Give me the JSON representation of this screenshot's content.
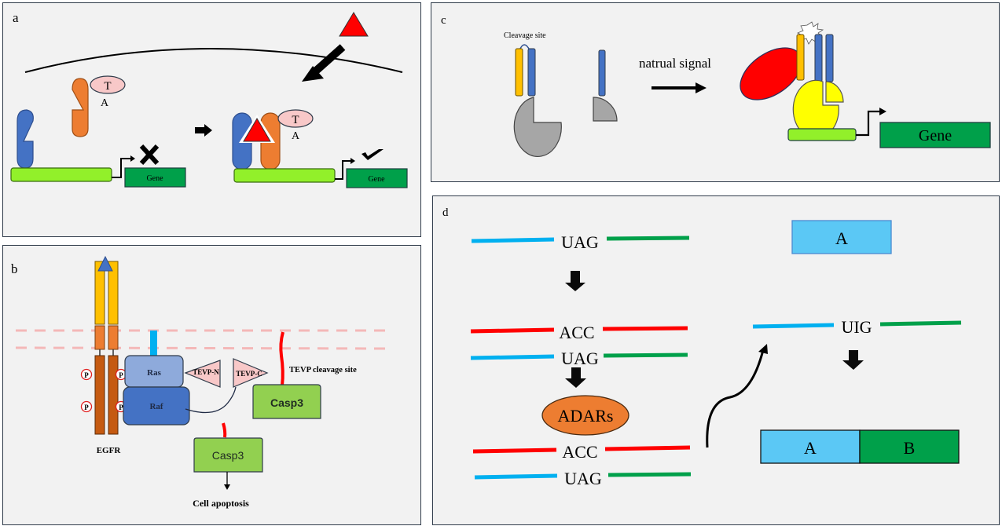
{
  "panels": {
    "a": {
      "label": "a",
      "tf_top": "T",
      "tf_bottom": "A",
      "gene_left": "Gene",
      "gene_right": "Gene",
      "left_state": "blocked (x-mark)",
      "right_state": "active (check-mark)",
      "colors": {
        "blue": "#4472c4",
        "orange": "#ed7d31",
        "ligand": "#ff0000",
        "promoter": "#92f02a",
        "gene": "#00a04a",
        "tf": "#f8c8c8"
      }
    },
    "b": {
      "label": "b",
      "egfr_label": "EGFR",
      "phospho": "P",
      "ras": "Ras",
      "raf": "Raf",
      "tevp_n": "TEVP-N",
      "tevp_c": "TEVP-C",
      "cleavage_label": "TEVP  cleavage site",
      "casp3_top": "Casp3",
      "casp3_bottom": "Casp3",
      "outcome": "Cell apoptosis"
    },
    "c": {
      "label": "c",
      "cleavage_label": "Cleavage site",
      "signal_label": "natrual  signal",
      "gene": "Gene"
    },
    "d": {
      "label": "d",
      "row1_codon": "UAG",
      "row2_top_codon": "ACC",
      "row2_bottom_codon": "UAG",
      "enzyme": "ADARs",
      "row3_top_codon": "ACC",
      "row3_bottom_codon": "UAG",
      "edited_codon": "UIG",
      "product_single": "A",
      "product_fused_a": "A",
      "product_fused_b": "B"
    }
  }
}
